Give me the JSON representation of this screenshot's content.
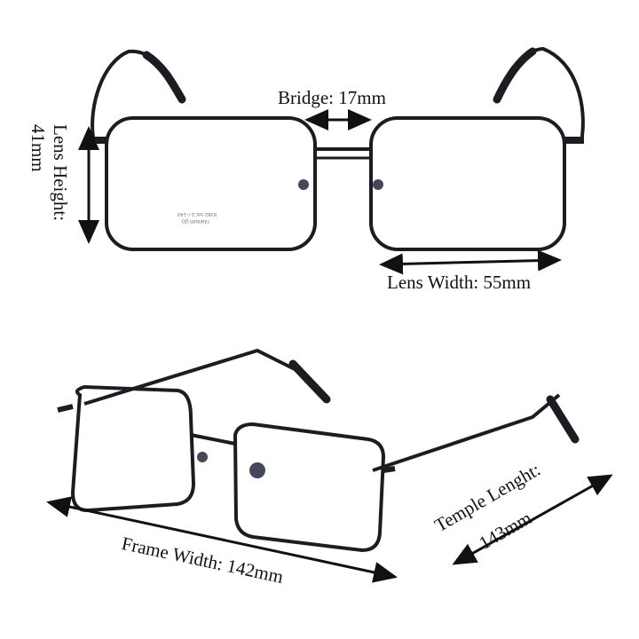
{
  "labels": {
    "bridge": "Bridge: 17mm",
    "lens_height_1": "Lens Height:",
    "lens_height_2": "41mm",
    "lens_width": "Lens Width: 55mm",
    "frame_width": "Frame Width:  142mm",
    "temple_1": "Temple Lenght:",
    "temple_2": "143mm"
  },
  "lens_print": {
    "line1": "Titanium (β)",
    "line2": "8382 55□17-143"
  },
  "colors": {
    "frame": "#1c1c22",
    "arrow": "#111111"
  }
}
